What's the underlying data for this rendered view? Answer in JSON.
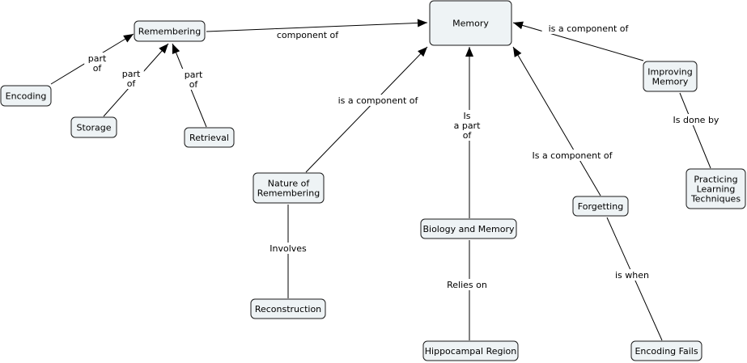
{
  "nodes": [
    {
      "id": "memory",
      "lines": [
        "Memory"
      ]
    },
    {
      "id": "remembering",
      "lines": [
        "Remembering"
      ]
    },
    {
      "id": "encoding",
      "lines": [
        "Encoding"
      ]
    },
    {
      "id": "storage",
      "lines": [
        "Storage"
      ]
    },
    {
      "id": "retrieval",
      "lines": [
        "Retrieval"
      ]
    },
    {
      "id": "nature",
      "lines": [
        "Nature of",
        "Remembering"
      ]
    },
    {
      "id": "reconstruction",
      "lines": [
        "Reconstruction"
      ]
    },
    {
      "id": "biology",
      "lines": [
        "Biology and Memory"
      ]
    },
    {
      "id": "hippocampal",
      "lines": [
        "Hippocampal Region"
      ]
    },
    {
      "id": "forgetting",
      "lines": [
        "Forgetting"
      ]
    },
    {
      "id": "encodingfails",
      "lines": [
        "Encoding Fails"
      ]
    },
    {
      "id": "improving",
      "lines": [
        "Improving",
        "Memory"
      ]
    },
    {
      "id": "practicing",
      "lines": [
        "Practicing",
        "Learning",
        "Techniques"
      ]
    }
  ],
  "links": [
    {
      "from": "remembering",
      "to": "memory",
      "label": [
        "component of"
      ],
      "arrow": true
    },
    {
      "from": "encoding",
      "to": "remembering",
      "label": [
        "part",
        "of"
      ],
      "arrow": true
    },
    {
      "from": "storage",
      "to": "remembering",
      "label": [
        "part",
        "of"
      ],
      "arrow": true
    },
    {
      "from": "retrieval",
      "to": "remembering",
      "label": [
        "part",
        "of"
      ],
      "arrow": true
    },
    {
      "from": "nature",
      "to": "memory",
      "label": [
        "is a component of"
      ],
      "arrow": true
    },
    {
      "from": "nature",
      "to": "reconstruction",
      "label": [
        "Involves"
      ],
      "arrow": false
    },
    {
      "from": "biology",
      "to": "memory",
      "label": [
        "Is",
        "a part",
        "of"
      ],
      "arrow": true
    },
    {
      "from": "biology",
      "to": "hippocampal",
      "label": [
        "Relies on"
      ],
      "arrow": false
    },
    {
      "from": "forgetting",
      "to": "memory",
      "label": [
        "Is a component of"
      ],
      "arrow": true
    },
    {
      "from": "forgetting",
      "to": "encodingfails",
      "label": [
        "is when"
      ],
      "arrow": false
    },
    {
      "from": "improving",
      "to": "memory",
      "label": [
        "is a component of"
      ],
      "arrow": true
    },
    {
      "from": "improving",
      "to": "practicing",
      "label": [
        "Is done by"
      ],
      "arrow": false
    }
  ]
}
